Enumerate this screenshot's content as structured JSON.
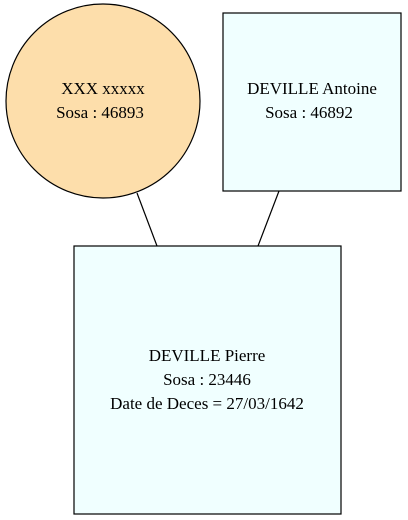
{
  "colors": {
    "female_fill": "#fddeab",
    "male_fill": "#f0ffff",
    "stroke": "#000000"
  },
  "nodes": {
    "mother": {
      "name": "XXX xxxxx",
      "sosa": "Sosa : 46893"
    },
    "father": {
      "name": "DEVILLE Antoine",
      "sosa": "Sosa : 46892"
    },
    "child": {
      "name": "DEVILLE Pierre",
      "sosa": "Sosa : 23446",
      "death": "Date de Deces = 27/03/1642"
    }
  }
}
